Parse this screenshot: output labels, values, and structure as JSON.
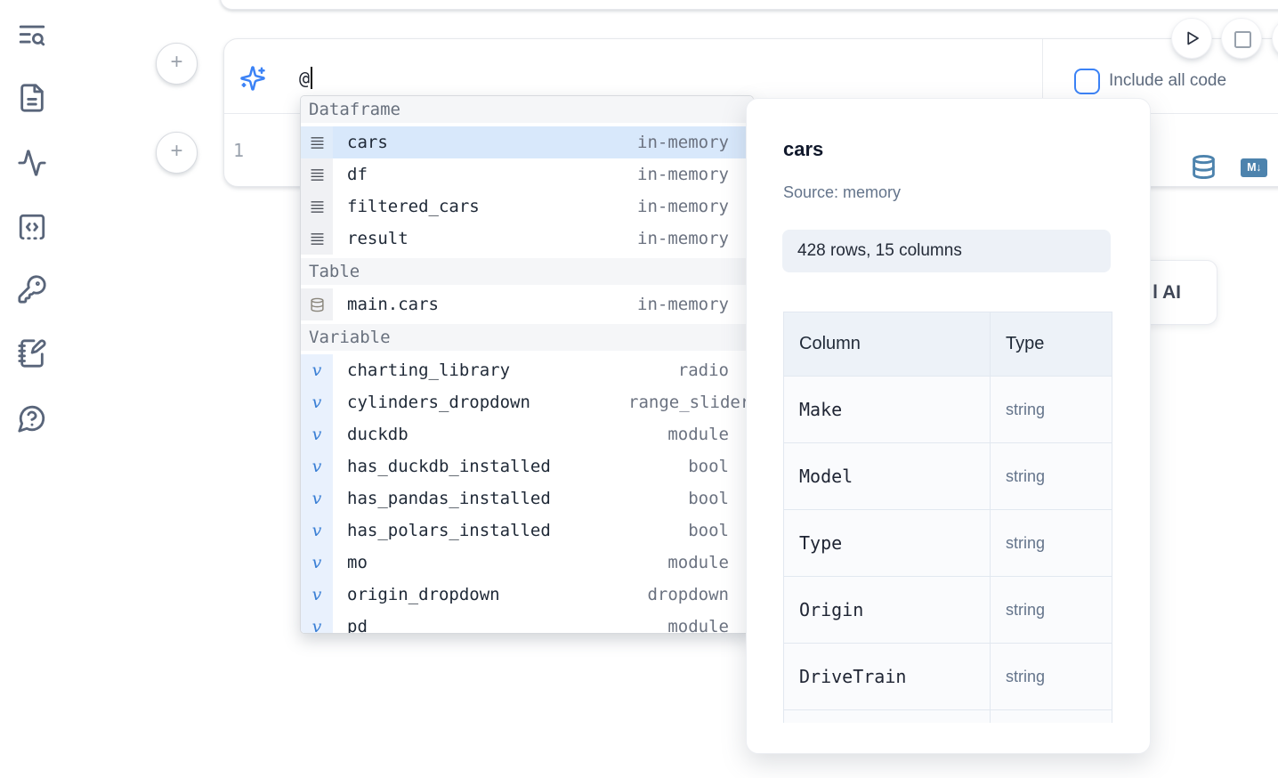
{
  "colors": {
    "accent": "#3b82f6",
    "steel_icon": "#4d83ad",
    "selected_row_bg": "#d8e8fb",
    "variable_gutter_bg": "#e9f1fd"
  },
  "sidebar": {
    "icons": [
      "text-search",
      "file-text",
      "activity",
      "code-block",
      "key",
      "notebook-pen",
      "help-chat"
    ]
  },
  "run_controls": {
    "buttons": [
      "run-cell",
      "stop-cell",
      "clipped-extra"
    ]
  },
  "cell": {
    "add_button_top": "+",
    "add_button_bottom": "+",
    "ai_prompt_value": "@",
    "include_all_code_label": "Include all code",
    "include_all_code_checked": false,
    "line_number": "1",
    "toolbar_icons": [
      "database-icon",
      "markdown-icon"
    ],
    "markdown_badge": "M↓"
  },
  "completion": {
    "sections": [
      {
        "label": "Dataframe",
        "items": [
          {
            "icon": "dataframe-icon",
            "name": "cars",
            "type": "in-memory",
            "selected": true
          },
          {
            "icon": "dataframe-icon",
            "name": "df",
            "type": "in-memory"
          },
          {
            "icon": "dataframe-icon",
            "name": "filtered_cars",
            "type": "in-memory"
          },
          {
            "icon": "dataframe-icon",
            "name": "result",
            "type": "in-memory"
          }
        ]
      },
      {
        "label": "Table",
        "items": [
          {
            "icon": "database-icon",
            "name": "main.cars",
            "type": "in-memory"
          }
        ]
      },
      {
        "label": "Variable",
        "items": [
          {
            "icon": "variable-icon",
            "name": "charting_library",
            "type": "radio"
          },
          {
            "icon": "variable-icon",
            "name": "cylinders_dropdown",
            "type": "range_slider",
            "overflow": true
          },
          {
            "icon": "variable-icon",
            "name": "duckdb",
            "type": "module"
          },
          {
            "icon": "variable-icon",
            "name": "has_duckdb_installed",
            "type": "bool"
          },
          {
            "icon": "variable-icon",
            "name": "has_pandas_installed",
            "type": "bool"
          },
          {
            "icon": "variable-icon",
            "name": "has_polars_installed",
            "type": "bool"
          },
          {
            "icon": "variable-icon",
            "name": "mo",
            "type": "module"
          },
          {
            "icon": "variable-icon",
            "name": "origin_dropdown",
            "type": "dropdown"
          },
          {
            "icon": "variable-icon",
            "name": "pd",
            "type": "module",
            "partial": true
          }
        ]
      }
    ]
  },
  "preview": {
    "title": "cars",
    "source": "Source: memory",
    "shape_badge": "428 rows, 15 columns",
    "table": {
      "headers": [
        "Column",
        "Type"
      ],
      "rows": [
        [
          "Make",
          "string"
        ],
        [
          "Model",
          "string"
        ],
        [
          "Type",
          "string"
        ],
        [
          "Origin",
          "string"
        ],
        [
          "DriveTrain",
          "string"
        ]
      ],
      "partial_row": true
    }
  },
  "ai_button": {
    "visible_fragment": "l AI"
  }
}
